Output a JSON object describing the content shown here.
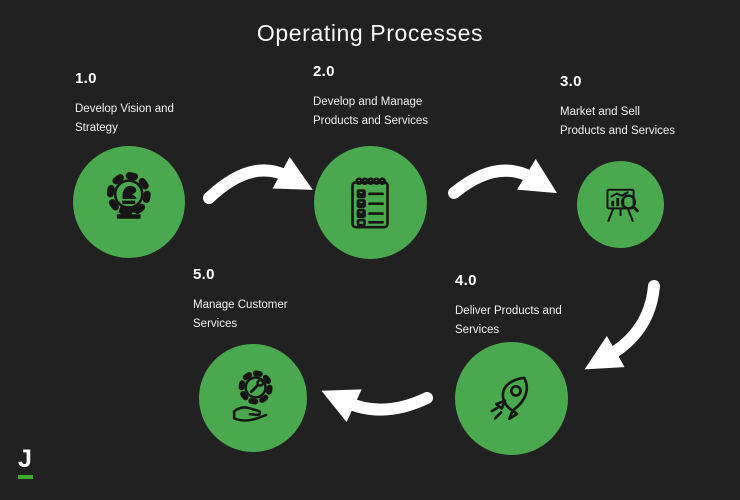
{
  "title": "Operating Processes",
  "logo": {
    "letter": "J"
  },
  "colors": {
    "background": "#212121",
    "circle_green": "#4aa94e",
    "arrow_white": "#ffffff",
    "text_white": "#ffffff",
    "icon_dark": "#161616",
    "logo_green": "#3dae2b"
  },
  "steps": [
    {
      "number": "1.0",
      "label": "Develop Vision and Strategy",
      "icon": "strategy-chess-gear-icon"
    },
    {
      "number": "2.0",
      "label": "Develop and Manage Products and Services",
      "icon": "checklist-notepad-icon"
    },
    {
      "number": "3.0",
      "label": "Market and Sell Products and Services",
      "icon": "market-analysis-icon"
    },
    {
      "number": "4.0",
      "label": "Deliver Products and Services",
      "icon": "rocket-delivery-icon"
    },
    {
      "number": "5.0",
      "label": "Manage Customer Services",
      "icon": "customer-service-icon"
    }
  ]
}
